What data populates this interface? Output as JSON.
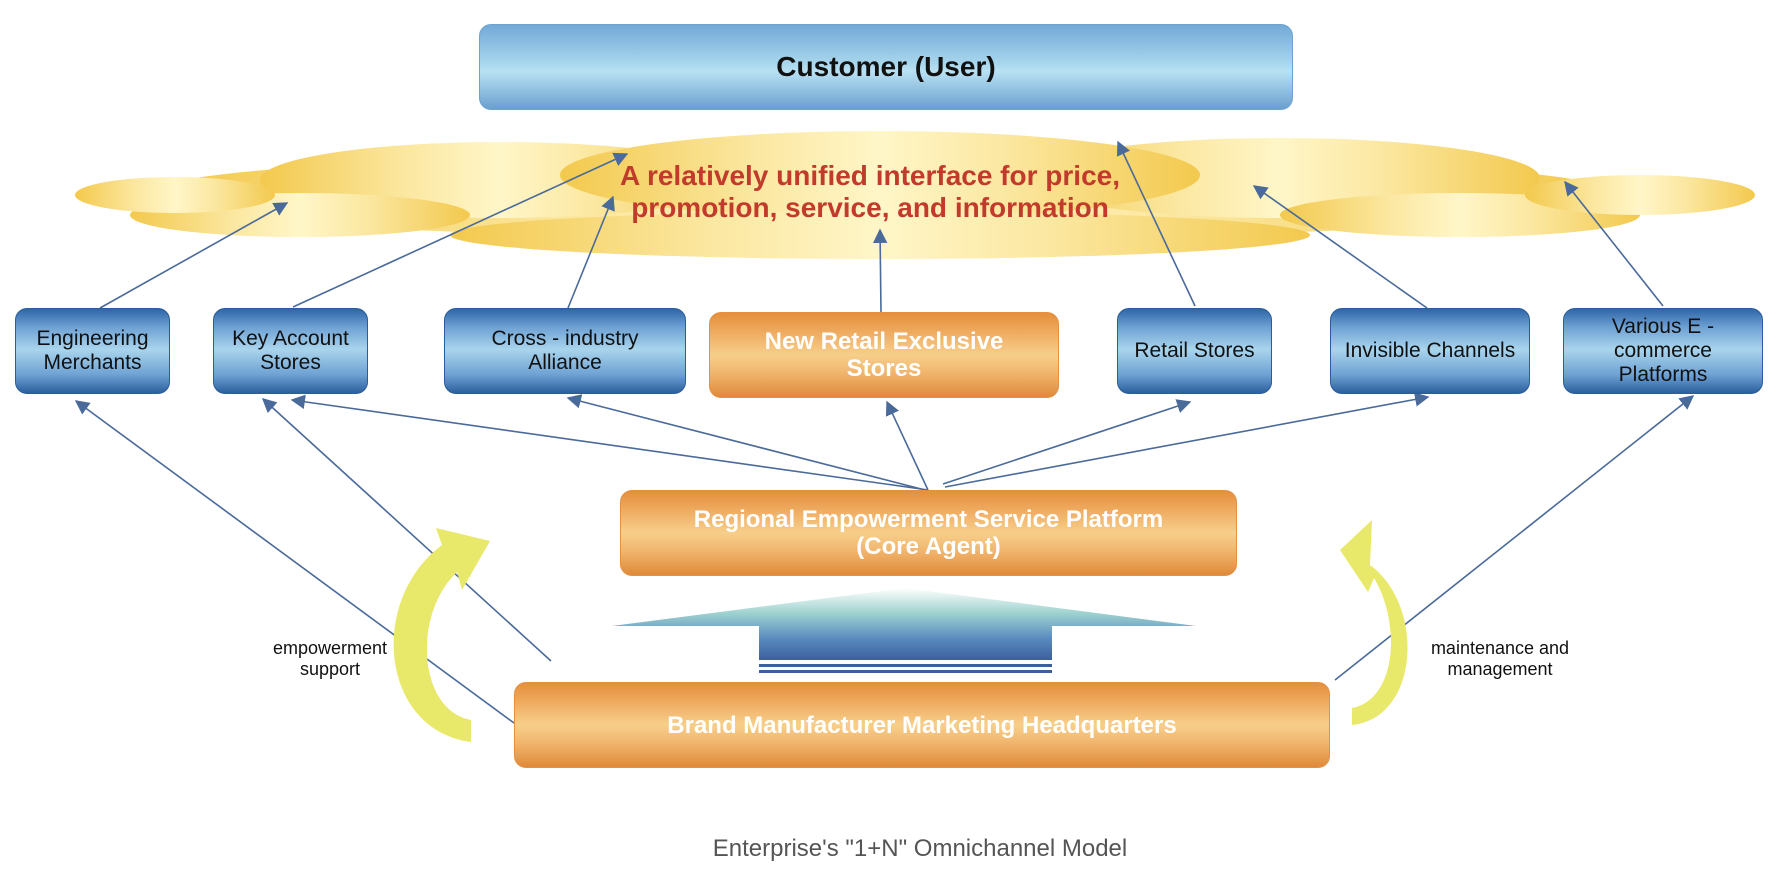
{
  "customer": {
    "label": "Customer (User)"
  },
  "cloud": {
    "text": "A relatively unified interface for price,\npromotion, service, and information"
  },
  "channels": [
    {
      "id": "engineering-merchants",
      "label": "Engineering\nMerchants"
    },
    {
      "id": "key-account-stores",
      "label": "Key Account\nStores"
    },
    {
      "id": "cross-industry-alliance",
      "label": "Cross - industry\nAlliance"
    },
    {
      "id": "new-retail-exclusive-stores",
      "label": "New Retail Exclusive\nStores"
    },
    {
      "id": "retail-stores",
      "label": "Retail Stores"
    },
    {
      "id": "invisible-channels",
      "label": "Invisible Channels"
    },
    {
      "id": "various-ecommerce-platforms",
      "label": "Various E -\ncommerce\nPlatforms"
    }
  ],
  "platform": {
    "label": "Regional Empowerment Service Platform\n(Core Agent)"
  },
  "headquarters": {
    "label": "Brand Manufacturer Marketing Headquarters"
  },
  "side_labels": {
    "left": "empowerment\nsupport",
    "right": "maintenance and\nmanagement"
  },
  "caption": "Enterprise's \"1+N\" Omnichannel Model",
  "colors": {
    "blue_box": "#2f66a8",
    "orange_box": "#e58f3c",
    "cloud": "#f7d97a",
    "arrow": "#4a6a9a",
    "curved_arrow": "#e8e86a",
    "cloud_text": "#c23a2b"
  }
}
